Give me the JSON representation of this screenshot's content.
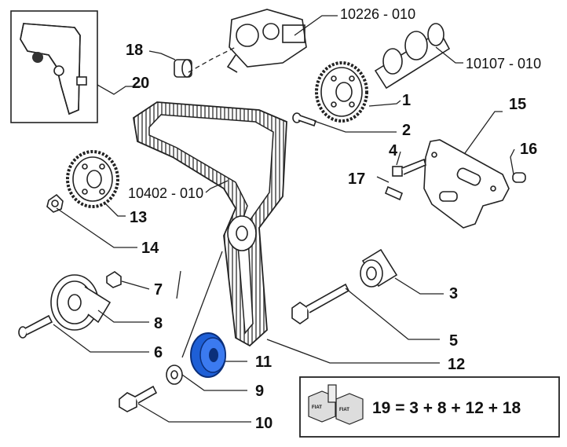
{
  "diagram": {
    "callouts": {
      "c1": "1",
      "c2": "2",
      "c3": "3",
      "c4": "4",
      "c5": "5",
      "c6": "6",
      "c7": "7",
      "c8": "8",
      "c9": "9",
      "c10": "10",
      "c11": "11",
      "c12": "12",
      "c13": "13",
      "c14": "14",
      "c15": "15",
      "c16": "16",
      "c17": "17",
      "c18": "18",
      "c20": "20"
    },
    "refs": {
      "pump": "10226 - 010",
      "camshaft": "10107 - 010",
      "crank": "10402 - 010"
    },
    "kit": {
      "formula": "19 = 3 + 8 + 12 + 18",
      "box_labels": [
        "FIAT",
        "FIAT"
      ]
    },
    "colors": {
      "line": "#222222",
      "highlight": "#1e5fd6"
    }
  }
}
